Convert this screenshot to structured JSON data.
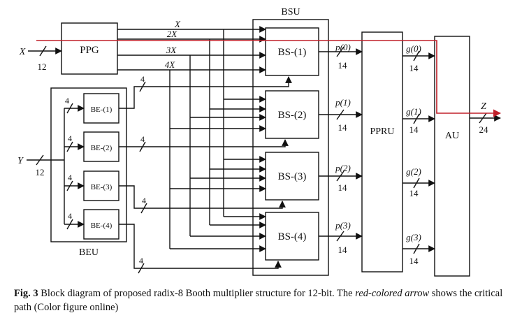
{
  "caption": {
    "fig_label": "Fig. 3",
    "text_before": " Block diagram of proposed radix-8 Booth multiplier structure for 12-bit. The ",
    "italic_phrase": "red-colored arrow",
    "text_after": " shows the critical path (Color figure online)"
  },
  "blocks": {
    "ppg": "PPG",
    "bsu": "BSU",
    "beu": "BEU",
    "ppru": "PPRU",
    "au": "AU",
    "be": [
      "BE-(1)",
      "BE-(2)",
      "BE-(3)",
      "BE-(4)"
    ],
    "bs": [
      "BS-(1)",
      "BS-(2)",
      "BS-(3)",
      "BS-(4)"
    ]
  },
  "signals": {
    "x_in": "X",
    "x_width": "12",
    "y_in": "Y",
    "y_width": "12",
    "ppg_outputs": [
      "X",
      "2X",
      "3X",
      "4X"
    ],
    "be_width": "4",
    "be_in_width": "4",
    "p": [
      "p(0)",
      "p(1)",
      "p(2)",
      "p(3)"
    ],
    "p_width": "14",
    "g": [
      "g(0)",
      "g(1)",
      "g(2)",
      "g(3)"
    ],
    "g_width": "14",
    "z_out": "Z",
    "z_width": "24"
  },
  "colors": {
    "critical_path": "#c0202a",
    "line": "#111111"
  }
}
